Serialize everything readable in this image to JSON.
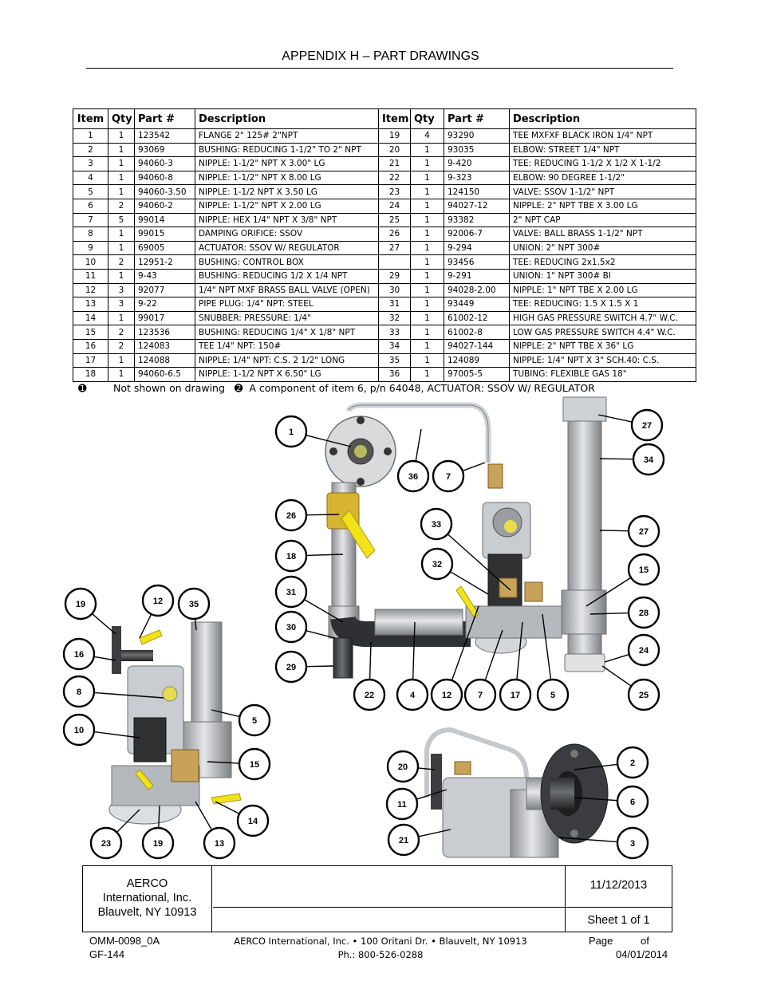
{
  "header": {
    "title": "APPENDIX H – PART DRAWINGS"
  },
  "table": {
    "headers": [
      "Item",
      "Qty",
      "Part #",
      "Description",
      "Item",
      "Qty",
      "Part #",
      "Description"
    ],
    "rows": [
      [
        "1",
        "1",
        "123542",
        "FLANGE 2\" 125# 2\"NPT",
        "19",
        "4",
        "93290",
        "TEE MXFXF BLACK IRON 1/4\" NPT"
      ],
      [
        "2",
        "1",
        "93069",
        "BUSHING: REDUCING 1-1/2\" TO 2\" NPT",
        "20",
        "1",
        "93035",
        "ELBOW: STREET 1/4\" NPT"
      ],
      [
        "3",
        "1",
        "94060-3",
        "NIPPLE: 1-1/2\" NPT X 3.00\" LG",
        "21",
        "1",
        "9-420",
        "TEE: REDUCING 1-1/2 X 1/2 X 1-1/2"
      ],
      [
        "4",
        "1",
        "94060-8",
        "NIPPLE: 1-1/2\" NPT X 8.00 LG",
        "22",
        "1",
        "9-323",
        "ELBOW: 90 DEGREE 1-1/2\""
      ],
      [
        "5",
        "1",
        "94060-3.50",
        "NIPPLE: 1-1/2 NPT X 3.50 LG",
        "23",
        "1",
        "124150",
        "VALVE: SSOV 1-1/2\" NPT"
      ],
      [
        "6",
        "2",
        "94060-2",
        "NIPPLE: 1-1/2\" NPT X 2.00 LG",
        "24",
        "1",
        "94027-12",
        "NIPPLE: 2\" NPT TBE X 3.00 LG"
      ],
      [
        "7",
        "5",
        "99014",
        "NIPPLE: HEX 1/4\" NPT X 3/8\" NPT",
        "25",
        "1",
        "93382",
        "2\" NPT CAP"
      ],
      [
        "8",
        "1",
        "99015",
        "DAMPING ORIFICE: SSOV",
        "26",
        "1",
        "92006-7",
        "VALVE: BALL BRASS 1-1/2\" NPT"
      ],
      [
        "9",
        "1",
        "69005",
        "ACTUATOR: SSOV W/ REGULATOR",
        "27",
        "1",
        "9-294",
        "UNION: 2\" NPT 300#"
      ],
      [
        "10",
        "2",
        "12951-2",
        "BUSHING: CONTROL BOX",
        "",
        "1",
        "93456",
        "TEE: REDUCING  2x1.5x2"
      ],
      [
        "11",
        "1",
        "9-43",
        "BUSHING: REDUCING 1/2 X 1/4 NPT",
        "29",
        "1",
        "9-291",
        "UNION: 1\" NPT 300# BI"
      ],
      [
        "12",
        "3",
        "92077",
        "1/4\" NPT MXF BRASS BALL VALVE (OPEN)",
        "30",
        "1",
        "94028-2.00",
        "NIPPLE: 1\" NPT TBE X 2.00 LG"
      ],
      [
        "13",
        "3",
        "9-22",
        "PIPE PLUG: 1/4\" NPT: STEEL",
        "31",
        "1",
        "93449",
        "TEE: REDUCING: 1.5 X 1.5 X 1"
      ],
      [
        "14",
        "1",
        "99017",
        "SNUBBER: PRESSURE: 1/4\"",
        "32",
        "1",
        "61002-12",
        "HIGH GAS PRESSURE SWITCH 4.7\" W.C."
      ],
      [
        "15",
        "2",
        "123536",
        "BUSHING: REDUCING 1/4\" X 1/8\" NPT",
        "33",
        "1",
        "61002-8",
        "LOW GAS PRESSURE SWITCH 4.4\" W.C."
      ],
      [
        "16",
        "2",
        "124083",
        "TEE 1/4\" NPT: 150#",
        "34",
        "1",
        "94027-144",
        "NIPPLE: 2\" NPT TBE X 36\" LG"
      ],
      [
        "17",
        "1",
        "124088",
        "NIPPLE: 1/4\" NPT: C.S.  2 1/2\" LONG",
        "35",
        "1",
        "124089",
        "NIPPLE: 1/4\" NPT X 3\"  SCH.40: C.S."
      ],
      [
        "18",
        "1",
        "94060-6.5",
        "NIPPLE: 1-1/2 NPT X 6.50\" LG",
        "36",
        "1",
        "97005-5",
        "TUBING: FLEXIBLE GAS 18\""
      ]
    ]
  },
  "footnotes": {
    "mark1": "➊",
    "note1": "Not shown on drawing",
    "mark2": "➋",
    "note2": "A component of item 6, p/n 64048, ACTUATOR: SSOV W/ REGULATOR"
  },
  "callouts": {
    "main": [
      "1",
      "36",
      "7",
      "27",
      "34",
      "26",
      "18",
      "31",
      "30",
      "29",
      "33",
      "32",
      "27",
      "15",
      "28",
      "24",
      "25",
      "22",
      "4",
      "12",
      "7",
      "17",
      "5"
    ],
    "left": [
      "19",
      "12",
      "35",
      "16",
      "8",
      "10",
      "5",
      "15",
      "14",
      "23",
      "19",
      "13"
    ],
    "bottom": [
      "20",
      "11",
      "21",
      "2",
      "6",
      "3"
    ]
  },
  "title_block": {
    "company_line1": "AERCO",
    "company_line2": "International, Inc.",
    "company_line3": "Blauvelt, NY 10913",
    "date": "11/12/2013",
    "sheet": "Sheet 1 of 1"
  },
  "footer": {
    "doc_number": "OMM-0098_0A",
    "form_number": "GF-144",
    "address": "AERCO International, Inc. • 100 Oritani Dr. •  Blauvelt, NY 10913",
    "phone": "Ph.: 800-526-0288",
    "page_label": "Page",
    "of_label": "of",
    "footer_date": "04/01/2014"
  },
  "colors": {
    "pipe": "#b9bcbf",
    "pipe_dark": "#5a5d60",
    "valve_handle": "#f2e21a",
    "brass": "#c9a25a"
  }
}
